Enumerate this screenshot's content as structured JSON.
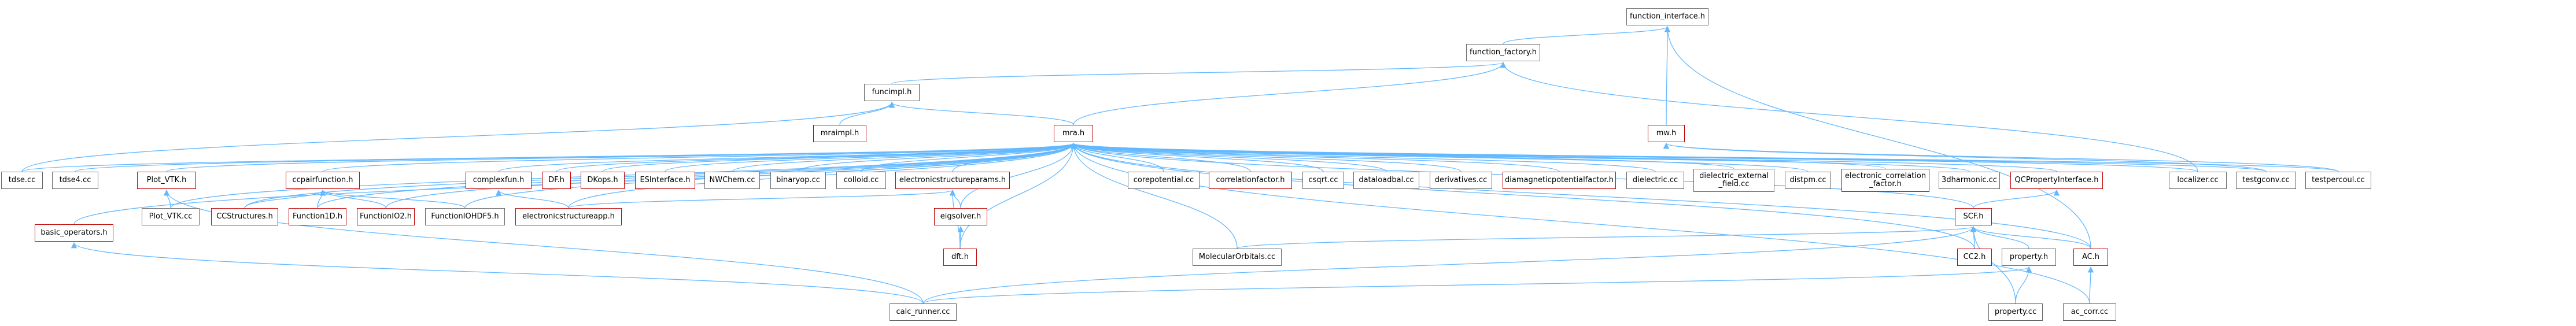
{
  "diagram": {
    "type": "include-dependency-graph",
    "colors": {
      "edge": "#63b8ff",
      "red_border": "#bf0000",
      "box_border": "#666666",
      "root_fill": "#999999"
    },
    "nodes": [
      {
        "id": "function_interface",
        "label": "function_interface.h",
        "style": "root"
      },
      {
        "id": "function_factory",
        "label": "function_factory.h",
        "style": "plain"
      },
      {
        "id": "funcimpl",
        "label": "funcimpl.h",
        "style": "plain"
      },
      {
        "id": "mraimpl",
        "label": "mraimpl.h",
        "style": "red"
      },
      {
        "id": "mra",
        "label": "mra.h",
        "style": "red"
      },
      {
        "id": "mw",
        "label": "mw.h",
        "style": "red"
      },
      {
        "id": "tdse",
        "label": "tdse.cc",
        "style": "plain"
      },
      {
        "id": "tdse4",
        "label": "tdse4.cc",
        "style": "plain"
      },
      {
        "id": "plotvtk",
        "label": "Plot_VTK.h",
        "style": "red"
      },
      {
        "id": "ccpair",
        "label": "ccpairfunction.h",
        "style": "red"
      },
      {
        "id": "complexfun",
        "label": "complexfun.h",
        "style": "red"
      },
      {
        "id": "df",
        "label": "DF.h",
        "style": "red"
      },
      {
        "id": "dkops",
        "label": "DKops.h",
        "style": "red"
      },
      {
        "id": "esinterface",
        "label": "ESInterface.h",
        "style": "red"
      },
      {
        "id": "nwchem",
        "label": "NWChem.cc",
        "style": "plain"
      },
      {
        "id": "binaryop",
        "label": "binaryop.cc",
        "style": "plain"
      },
      {
        "id": "colloid",
        "label": "colloid.cc",
        "style": "plain"
      },
      {
        "id": "esparams",
        "label": "electronicstructureparams.h",
        "style": "red"
      },
      {
        "id": "corepot",
        "label": "corepotential.cc",
        "style": "plain"
      },
      {
        "id": "corrfactor",
        "label": "correlationfactor.h",
        "style": "red"
      },
      {
        "id": "csqrt",
        "label": "csqrt.cc",
        "style": "plain"
      },
      {
        "id": "dataloadbal",
        "label": "dataloadbal.cc",
        "style": "plain"
      },
      {
        "id": "derivatives",
        "label": "derivatives.cc",
        "style": "plain"
      },
      {
        "id": "diamag",
        "label": "diamagneticpotentialfactor.h",
        "style": "red"
      },
      {
        "id": "dielectric",
        "label": "dielectric.cc",
        "style": "plain"
      },
      {
        "id": "dielext",
        "label": "dielectric_external\n_field.cc",
        "style": "plain"
      },
      {
        "id": "distpm",
        "label": "distpm.cc",
        "style": "plain"
      },
      {
        "id": "eleccorr",
        "label": "electronic_correlation\n_factor.h",
        "style": "red"
      },
      {
        "id": "harmonic3d",
        "label": "3dharmonic.cc",
        "style": "plain"
      },
      {
        "id": "qcprop",
        "label": "QCPropertyInterface.h",
        "style": "red"
      },
      {
        "id": "localizer",
        "label": "localizer.cc",
        "style": "plain"
      },
      {
        "id": "testgconv",
        "label": "testgconv.cc",
        "style": "plain"
      },
      {
        "id": "testpercoul",
        "label": "testpercoul.cc",
        "style": "plain"
      },
      {
        "id": "basicops",
        "label": "basic_operators.h",
        "style": "red"
      },
      {
        "id": "plotvtkcc",
        "label": "Plot_VTK.cc",
        "style": "plain"
      },
      {
        "id": "ccstructures",
        "label": "CCStructures.h",
        "style": "red"
      },
      {
        "id": "function1d",
        "label": "Function1D.h",
        "style": "red"
      },
      {
        "id": "function2d",
        "label": "FunctionIO2.h",
        "style": "red"
      },
      {
        "id": "functionhdf5",
        "label": "FunctionIOHDF5.h",
        "style": "plain"
      },
      {
        "id": "esapp",
        "label": "electronicstructureapp.h",
        "style": "red"
      },
      {
        "id": "eigsolver",
        "label": "eigsolver.h",
        "style": "red"
      },
      {
        "id": "dft",
        "label": "dft.h",
        "style": "red"
      },
      {
        "id": "scf",
        "label": "SCF.h",
        "style": "red"
      },
      {
        "id": "molorb",
        "label": "MolecularOrbitals.cc",
        "style": "plain"
      },
      {
        "id": "cc2",
        "label": "CC2.h",
        "style": "red"
      },
      {
        "id": "propertyh",
        "label": "property.h",
        "style": "plain"
      },
      {
        "id": "ach",
        "label": "AC.h",
        "style": "red"
      },
      {
        "id": "calcrunner",
        "label": "calc_runner.cc",
        "style": "plain"
      },
      {
        "id": "propertycc",
        "label": "property.cc",
        "style": "plain"
      },
      {
        "id": "accorr",
        "label": "ac_corr.cc",
        "style": "plain"
      }
    ],
    "edges": [
      [
        "function_factory",
        "function_interface"
      ],
      [
        "mw",
        "function_interface"
      ],
      [
        "ach",
        "function_interface"
      ],
      [
        "funcimpl",
        "function_factory"
      ],
      [
        "mra",
        "function_factory"
      ],
      [
        "localizer",
        "function_factory"
      ],
      [
        "mraimpl",
        "funcimpl"
      ],
      [
        "mra",
        "funcimpl"
      ],
      [
        "tdse",
        "funcimpl"
      ],
      [
        "testgconv",
        "mw"
      ],
      [
        "testpercoul",
        "mw"
      ],
      [
        "tdse",
        "mra"
      ],
      [
        "tdse4",
        "mra"
      ],
      [
        "plotvtk",
        "mra"
      ],
      [
        "ccpair",
        "mra"
      ],
      [
        "complexfun",
        "mra"
      ],
      [
        "df",
        "mra"
      ],
      [
        "dkops",
        "mra"
      ],
      [
        "esinterface",
        "mra"
      ],
      [
        "nwchem",
        "mra"
      ],
      [
        "binaryop",
        "mra"
      ],
      [
        "colloid",
        "mra"
      ],
      [
        "esparams",
        "mra"
      ],
      [
        "corepot",
        "mra"
      ],
      [
        "corrfactor",
        "mra"
      ],
      [
        "csqrt",
        "mra"
      ],
      [
        "dataloadbal",
        "mra"
      ],
      [
        "derivatives",
        "mra"
      ],
      [
        "diamag",
        "mra"
      ],
      [
        "dielectric",
        "mra"
      ],
      [
        "dielext",
        "mra"
      ],
      [
        "distpm",
        "mra"
      ],
      [
        "eleccorr",
        "mra"
      ],
      [
        "harmonic3d",
        "mra"
      ],
      [
        "qcprop",
        "mra"
      ],
      [
        "localizer",
        "mra"
      ],
      [
        "testgconv",
        "mra"
      ],
      [
        "testpercoul",
        "mra"
      ],
      [
        "basicops",
        "mra"
      ],
      [
        "plotvtkcc",
        "mra"
      ],
      [
        "ccstructures",
        "mra"
      ],
      [
        "function1d",
        "mra"
      ],
      [
        "function2d",
        "mra"
      ],
      [
        "functionhdf5",
        "mra"
      ],
      [
        "esapp",
        "mra"
      ],
      [
        "eigsolver",
        "mra"
      ],
      [
        "dft",
        "mra"
      ],
      [
        "scf",
        "mra"
      ],
      [
        "molorb",
        "mra"
      ],
      [
        "cc2",
        "mra"
      ],
      [
        "ach",
        "mra"
      ],
      [
        "accorr",
        "mra"
      ],
      [
        "plotvtkcc",
        "plotvtk"
      ],
      [
        "calcrunner",
        "plotvtk"
      ],
      [
        "ccstructures",
        "ccpair"
      ],
      [
        "function1d",
        "ccpair"
      ],
      [
        "function2d",
        "ccpair"
      ],
      [
        "functionhdf5",
        "ccpair"
      ],
      [
        "esapp",
        "complexfun"
      ],
      [
        "esapp",
        "esparams"
      ],
      [
        "eigsolver",
        "esparams"
      ],
      [
        "dft",
        "esparams"
      ],
      [
        "dft",
        "eigsolver"
      ],
      [
        "scf",
        "qcprop"
      ],
      [
        "molorb",
        "scf"
      ],
      [
        "cc2",
        "scf"
      ],
      [
        "propertyh",
        "scf"
      ],
      [
        "ach",
        "scf"
      ],
      [
        "calcrunner",
        "scf"
      ],
      [
        "propertycc",
        "scf"
      ],
      [
        "propertycc",
        "propertyh"
      ],
      [
        "calcrunner",
        "propertyh"
      ],
      [
        "accorr",
        "ach"
      ],
      [
        "calcrunner",
        "basicops"
      ]
    ]
  }
}
